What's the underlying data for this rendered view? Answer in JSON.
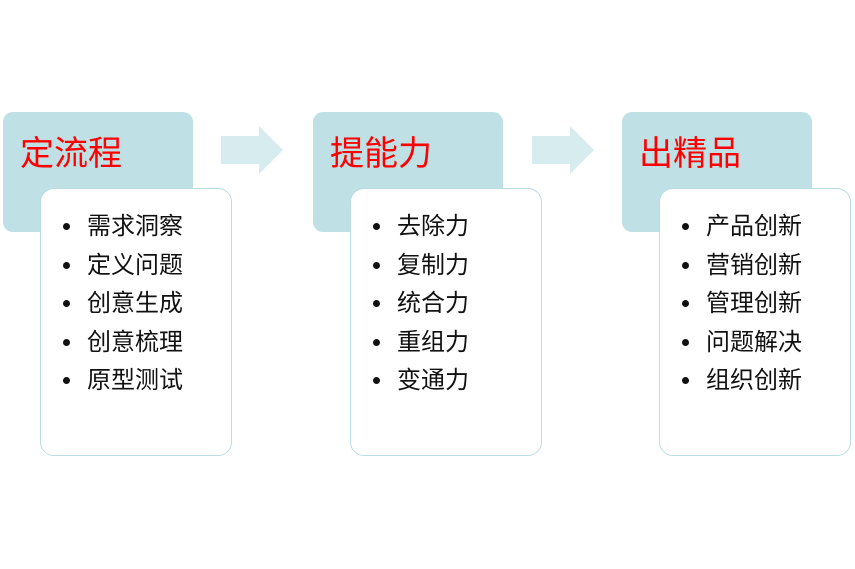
{
  "stages": [
    {
      "title": "定流程",
      "items": [
        "需求洞察",
        "定义问题",
        "创意生成",
        "创意梳理",
        "原型测试"
      ]
    },
    {
      "title": "提能力",
      "items": [
        "去除力",
        "复制力",
        "统合力",
        "重组力",
        "变通力"
      ]
    },
    {
      "title": "出精品",
      "items": [
        "产品创新",
        "营销创新",
        "管理创新",
        "问题解决",
        "组织创新"
      ]
    }
  ],
  "colors": {
    "header_fill": "#bfe0e4",
    "title_text": "#ff0000",
    "list_border": "#b9dde3",
    "arrow_fill": "#d6ecef"
  }
}
